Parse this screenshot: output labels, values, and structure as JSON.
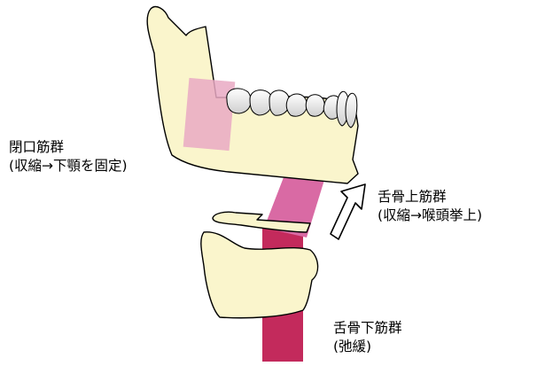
{
  "labels": {
    "jaw_closing_muscles": {
      "line1": "閉口筋群",
      "line2": "(収縮→下顎を固定)"
    },
    "suprahyoid_muscles": {
      "line1": "舌骨上筋群",
      "line2": "(収縮→喉頭挙上)"
    },
    "infrahyoid_muscles": {
      "line1": "舌骨下筋群",
      "line2": "(弛緩)"
    }
  },
  "colors": {
    "bone_fill": "#faf5cc",
    "outline": "#000000",
    "closing_muscle": "#e9a9c3",
    "suprahyoid_muscle": "#d96aa4",
    "infrahyoid_muscle": "#c32a5c",
    "teeth_shade": "#d8d8d8"
  },
  "icons": {
    "arrow": "hollow-up-right-arrow",
    "teeth": "molar-row"
  }
}
